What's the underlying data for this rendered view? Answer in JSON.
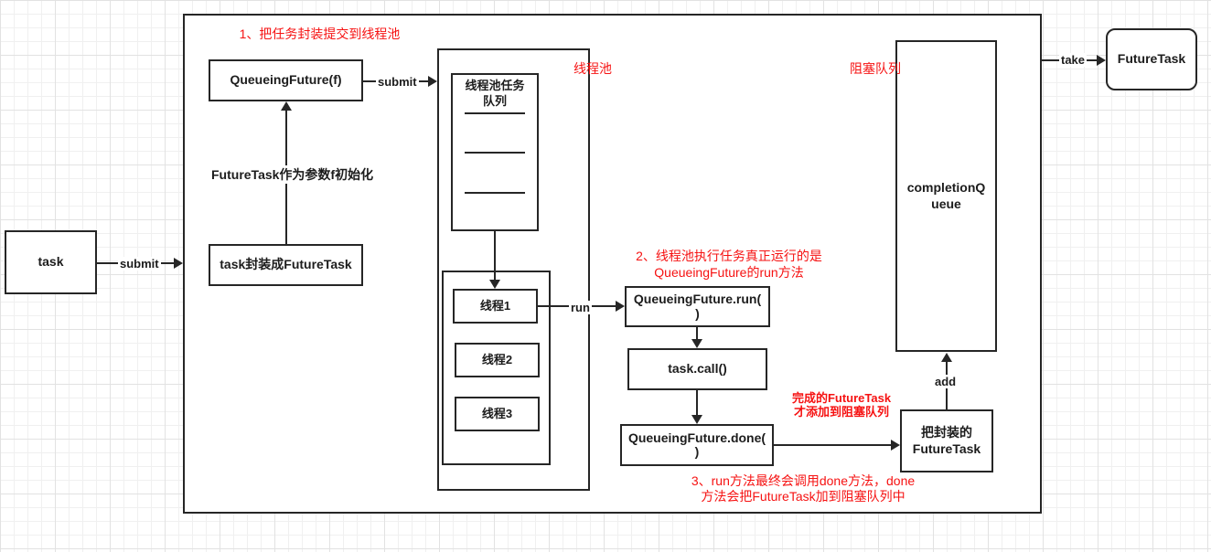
{
  "colors": {
    "accent_red": "#f61212",
    "line_ink": "#262626",
    "background": "#ffffff",
    "grid_minor": "#f0f0f0",
    "grid_major": "#e2e2e2"
  },
  "nodes": {
    "task": "task",
    "wrap": "task封装成FutureTask",
    "qf_f": "QueueingFuture(f)",
    "pool_queue_line1": "线程池任务",
    "pool_queue_line2": "队列",
    "thread1": "线程1",
    "thread2": "线程2",
    "thread3": "线程3",
    "qf_run_line1": "QueueingFuture.run(",
    "qf_run_line2": ")",
    "task_call": "task.call()",
    "qf_done_line1": "QueueingFuture.done(",
    "qf_done_line2": ")",
    "wrapped_line1": "把封装的",
    "wrapped_line2": "FutureTask",
    "cq_line1": "completionQ",
    "cq_line2": "ueue",
    "result": "FutureTask"
  },
  "labels": {
    "pool": "线程池",
    "blocking_queue": "阻塞队列",
    "submit_left": "submit",
    "submit_top": "submit",
    "run": "run",
    "add": "add",
    "take": "take",
    "init": "FutureTask作为参数f初始化"
  },
  "notes": {
    "n1": "1、把任务封装提交到线程池",
    "n2_line1": "2、线程池执行任务真正运行的是",
    "n2_line2": "QueueingFuture的run方法",
    "n3_line1": "3、run方法最终会调用done方法，done",
    "n3_line2": "方法会把FutureTask加到阻塞队列中",
    "done_line1": "完成的FutureTask",
    "done_line2": "才添加到阻塞队列"
  }
}
